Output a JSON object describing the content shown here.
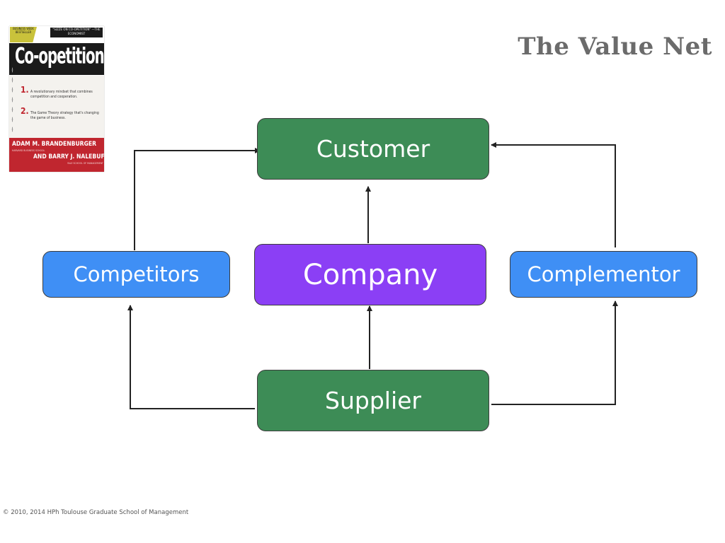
{
  "title": "The Value Net",
  "footer": "© 2010, 2014 HPh Toulouse Graduate School of Management",
  "nodes": {
    "customer": "Customer",
    "company": "Company",
    "supplier": "Supplier",
    "competitors": "Competitors",
    "complementor": "Complementor"
  },
  "colors": {
    "green": "#3d8c56",
    "blue": "#3f8ff5",
    "purple": "#8b3ff5",
    "title": "#6b6b6b",
    "arrow": "#222222"
  },
  "book_cover": {
    "badge": "BUSINESS WEEK BESTSELLER",
    "quote": "\"SIZZE ON CO-OPETITION\" —THE ECONOMIST",
    "title": "Co-opetition",
    "points": [
      {
        "num": "1.",
        "text": "A revolutionary mindset that combines competition and cooperation."
      },
      {
        "num": "2.",
        "text": "The Game Theory strategy that's changing the game of business."
      }
    ],
    "author1": "ADAM M. BRANDENBURGER",
    "author1_school": "HARVARD BUSINESS SCHOOL",
    "author2": "AND BARRY J. NALEBUFF",
    "author2_school": "YALE SCHOOL OF MANAGEMENT"
  }
}
